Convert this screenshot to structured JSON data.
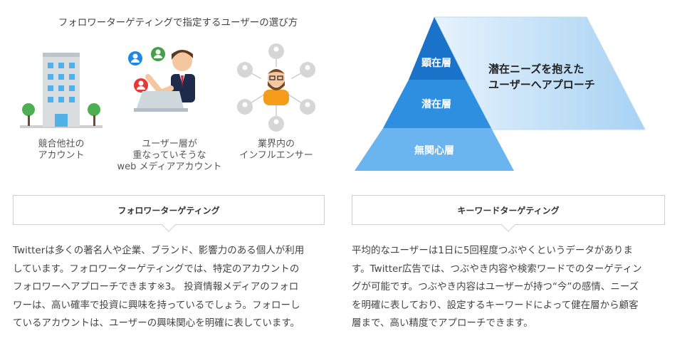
{
  "left": {
    "heading": "フォロワーターゲティングで指定するユーザーの選び方",
    "items": [
      {
        "caption": "競合他社の\nアカウント",
        "icon": "office-building-icon"
      },
      {
        "caption": "ユーザー層が\n重なっていそうな\nweb メディアアカウント",
        "icon": "businessman-laptop-icon"
      },
      {
        "caption": "業界内の\nインフルエンサー",
        "icon": "influencer-network-icon"
      }
    ],
    "box_title": "フォロワーターゲティング",
    "body_lines": [
      "Twitterは多くの著名人や企業、ブランド、影響力のある個人が利用",
      "しています。フォロワーターゲティングでは、特定のアカウントの",
      "フォロワーへアプローチできます※3。 投資情報メディアのフォロ",
      "ワーは、高い確率で投資に興味を持っているでしょう。フォローし",
      "ているアカウントは、ユーザーの興味関心を明確に表しています。"
    ]
  },
  "right": {
    "pyramid": {
      "top": "顕在層",
      "middle": "潜在層",
      "bottom": "無関心層",
      "callout_line1": "潜在ニーズを抱えた",
      "callout_line2": "ユーザーへアプローチ"
    },
    "box_title": "キーワードターゲティング",
    "body_lines": [
      "平均的なユーザーは1日に5回程度つぶやくというデータがありま",
      "す。Twitter広告では、つぶやき内容や検索ワードでのターゲティン",
      "グが可能です。つぶやき内容はユーザーが持つ“今”の感情、ニーズ",
      "を明確に表しており、設定するキーワードによって健在層から顧客",
      "層まで、高い精度でアプローチできます。"
    ]
  },
  "colors": {
    "pyramid_top": "#1a73c9",
    "pyramid_middle": "#2e8fe0",
    "pyramid_bottom": "#6ab4ef",
    "callout_light": "#e6f3fc",
    "callout_dark": "#a8d2f3"
  }
}
